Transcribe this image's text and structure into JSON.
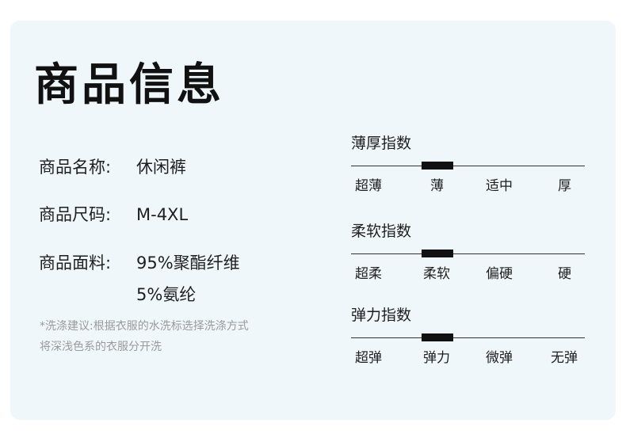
{
  "title": "商品信息",
  "info": {
    "name_label": "商品名称:",
    "name_value": "休闲裤",
    "size_label": "商品尺码:",
    "size_value": "M-4XL",
    "fabric_label": "商品面料:",
    "fabric_value_1": "95%聚酯纤维",
    "fabric_value_2": "5%氨纶"
  },
  "note": {
    "line1": "*洗涤建议:根据衣服的水洗标选择洗涤方式",
    "line2": "将深浅色系的衣服分开洗"
  },
  "scales": [
    {
      "title": "薄厚指数",
      "labels": [
        "超薄",
        "薄",
        "适中",
        "厚"
      ],
      "selected_index": 1
    },
    {
      "title": "柔软指数",
      "labels": [
        "超柔",
        "柔软",
        "偏硬",
        "硬"
      ],
      "selected_index": 1
    },
    {
      "title": "弹力指数",
      "labels": [
        "超弹",
        "弹力",
        "微弹",
        "无弹"
      ],
      "selected_index": 1
    }
  ],
  "colors": {
    "card_bg": "#f0f7fb",
    "indicator": "#111111",
    "note_text": "#9a9a9a"
  }
}
